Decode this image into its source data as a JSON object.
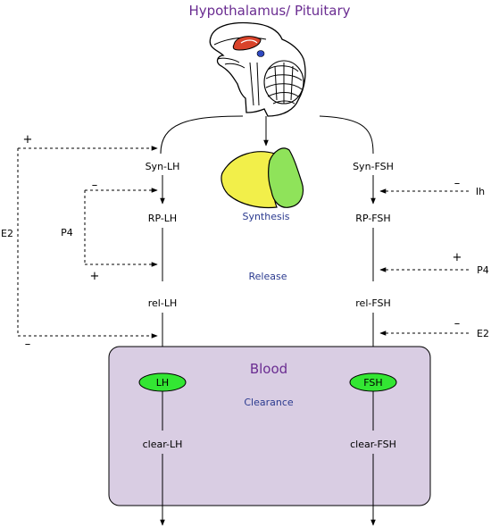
{
  "title": "Hypothalamus/ Pituitary",
  "left_chain": {
    "syn": "Syn-LH",
    "rp": "RP-LH",
    "rel": "rel-LH",
    "hormone": "LH",
    "clear": "clear-LH"
  },
  "right_chain": {
    "syn": "Syn-FSH",
    "rp": "RP-FSH",
    "rel": "rel-FSH",
    "hormone": "FSH",
    "clear": "clear-FSH"
  },
  "center": {
    "synthesis": "Synthesis",
    "release": "Release",
    "clearance": "Clearance",
    "blood": "Blood"
  },
  "left_feedback": {
    "e2": "E2",
    "p4": "P4",
    "e2_top_sign": "+",
    "e2_bottom_sign": "–",
    "p4_top_sign": "–",
    "p4_bottom_sign": "+"
  },
  "right_feedback": {
    "ih": "Ih",
    "ih_sign": "–",
    "p4": "P4",
    "p4_sign": "+",
    "e2": "E2",
    "e2_sign": "–"
  },
  "colors": {
    "title": "#6a2c91",
    "blood_box": "#d9cde3",
    "hormone_oval": "#33e633",
    "blue_label": "#2b3a8f",
    "gland_yellow": "#f2ef4a",
    "gland_green": "#8fe35a",
    "brain_red": "#d9432a"
  }
}
